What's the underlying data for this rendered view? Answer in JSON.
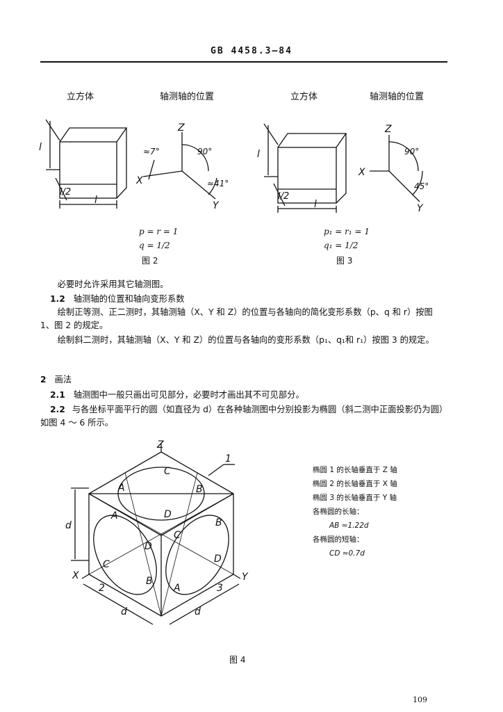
{
  "header": {
    "standard": "GB 4458.3—84"
  },
  "figure2": {
    "label_cube": "立方体",
    "label_axes": "轴测轴的位置",
    "formula_line1": "p = r = 1",
    "formula_line2": "q = 1/2",
    "caption": "图 2",
    "dim_height": "l",
    "dim_depth": "l/2",
    "dim_width": "l",
    "axis_z": "Z",
    "axis_x": "X",
    "axis_y": "Y",
    "angle_90": "90°",
    "angle_7": "≈7°",
    "angle_41": "≈41°"
  },
  "figure3": {
    "label_cube": "立方体",
    "label_axes": "轴测轴的位置",
    "formula_line1": "p₁ = r₁ = 1",
    "formula_line2": "q₁ = 1/2",
    "caption": "图 3",
    "dim_height": "l",
    "dim_depth": "l/2",
    "dim_width": "l",
    "axis_z": "Z",
    "axis_x": "X",
    "axis_y": "Y",
    "angle_90": "90°",
    "angle_45": "45°"
  },
  "body": {
    "para1": "必要时允许采用其它轴测图。",
    "sec12_num": "1.2",
    "sec12_title": "轴测轴的位置和轴向变形系数",
    "para2": "绘制正等测、正二测时，其轴测轴（X、Y 和 Z）的位置与各轴向的简化变形系数（p、q 和 r）按图 1、图 2 的规定。",
    "para3": "绘制斜二测时，其轴测轴（X、Y 和 Z）的位置与各轴向的变形系数（p₁、q₁和 r₁）按图 3 的规定。",
    "sec2_num": "2",
    "sec2_title": "画法",
    "sec21_num": "2.1",
    "sec21_text": "轴测图中一般只画出可见部分，必要时才画出其不可见部分。",
    "sec22_num": "2.2",
    "sec22_text": "与各坐标平面平行的圆（如直径为 d）在各种轴测图中分别投影为椭圆（斜二测中正面投影仍为圆）如图 4 ～ 6 所示。"
  },
  "figure4": {
    "label_z": "Z",
    "label_x": "X",
    "label_y": "Y",
    "label_d_left": "d",
    "label_d_bottom_left": "d",
    "label_d_bottom_right": "d",
    "label_1": "1",
    "label_2": "2",
    "label_3": "3",
    "pt_A1": "A",
    "pt_B1": "B",
    "pt_C1": "C",
    "pt_D1": "D",
    "pt_A2": "A",
    "pt_B2": "B",
    "pt_C2": "C",
    "pt_D2": "D",
    "pt_A3": "A",
    "pt_B3": "B",
    "pt_C3": "C",
    "pt_D3": "D",
    "caption": "图 4",
    "notes": [
      "椭圆 1 的长轴垂直于 Z 轴",
      "椭圆 2 的长轴垂直于 X 轴",
      "椭圆 3 的长轴垂直于 Y 轴",
      "各椭圆的长轴：",
      "AB ≈1.22d",
      "各椭圆的短轴：",
      "CD ≈0.7d"
    ]
  },
  "footer": {
    "page_number": "109"
  }
}
